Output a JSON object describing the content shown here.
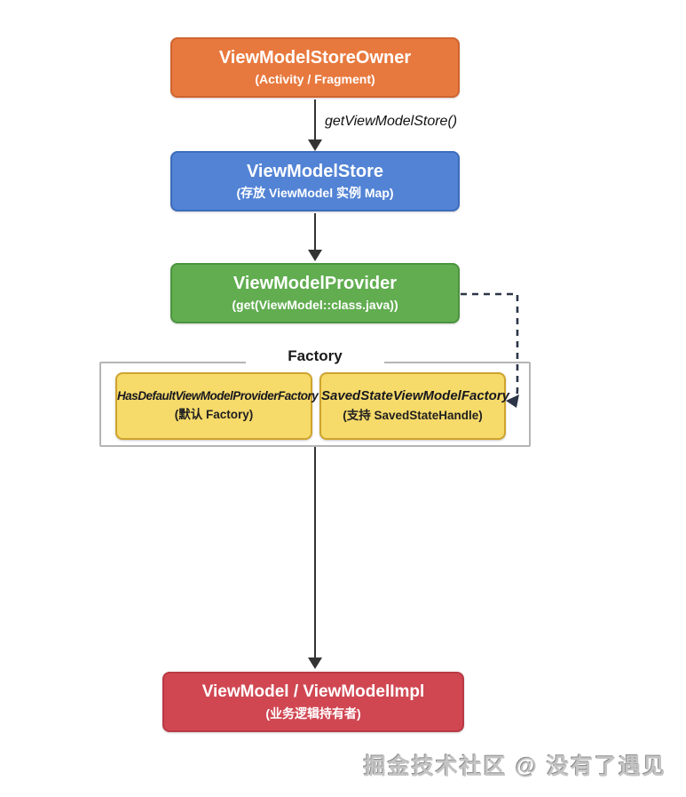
{
  "diagram": {
    "nodes": {
      "view_model_store_owner": {
        "title": "ViewModelStoreOwner",
        "subtitle": "(Activity / Fragment)",
        "color": "#e8793e"
      },
      "view_model_store": {
        "title": "ViewModelStore",
        "subtitle": "(存放 ViewModel 实例 Map)",
        "color": "#5283d5"
      },
      "view_model_provider": {
        "title": "ViewModelProvider",
        "subtitle": "(get(ViewModel::class.java))",
        "color": "#61ad50"
      },
      "has_default_view_model_provider_factory": {
        "title": "HasDefaultViewModelProviderFactory",
        "subtitle": "(默认 Factory)",
        "color": "#f6da6a"
      },
      "saved_state_view_model_factory": {
        "title": "SavedStateViewModelFactory",
        "subtitle": "(支持 SavedStateHandle)",
        "color": "#f6da6a"
      },
      "view_model": {
        "title": "ViewModel / ViewModelImpl",
        "subtitle": "(业务逻辑持有者)",
        "color": "#d04752"
      }
    },
    "factory_group_label": "Factory",
    "edge_labels": {
      "get_view_model_store": "getViewModelStore()"
    },
    "arrow_color": "#333333",
    "dashed_arrow_color": "#2c3547"
  },
  "watermark": {
    "text": "掘金技术社区 @ 没有了遇见"
  }
}
